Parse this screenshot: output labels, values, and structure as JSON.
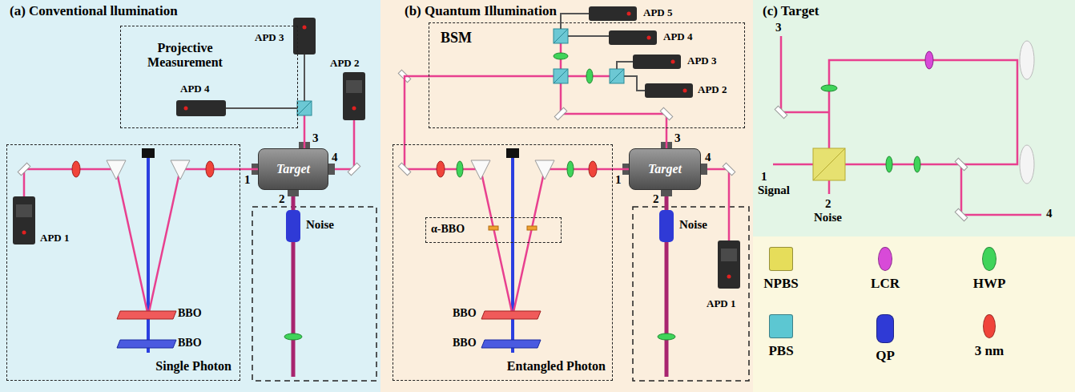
{
  "diagram": {
    "nodes": [
      {
        "text": [
          "(a) Conventional llumination"
        ]
      },
      {
        "text": [
          "Projective Measurement"
        ],
        "in": 0
      },
      {
        "text": [
          "Target"
        ],
        "in": 0
      },
      {
        "text": [
          "Single Photon"
        ],
        "in": 0
      },
      {
        "text": [
          "(b) Quantum Illumination"
        ]
      },
      {
        "text": [
          "BSM"
        ],
        "in": 4
      },
      {
        "text": [
          "Target"
        ],
        "in": 4
      },
      {
        "text": [
          "Entangled Photon"
        ],
        "in": 4
      },
      {
        "text": [
          "α-BBO"
        ],
        "in": 7
      },
      {
        "text": [
          "(c) Target"
        ]
      }
    ],
    "edges": [
      {
        "from": 3,
        "to": 2,
        "arrow": "none"
      },
      {
        "from": 2,
        "to": 1,
        "arrow": "none"
      },
      {
        "from": 7,
        "to": 6,
        "arrow": "none"
      },
      {
        "from": 6,
        "to": 5,
        "arrow": "none"
      },
      {
        "from": 7,
        "to": 5,
        "arrow": "none"
      }
    ],
    "labels": [
      "APD 3",
      "APD 4",
      "APD 2",
      "3",
      "4",
      "1",
      "2",
      "Noise",
      "APD 1",
      "BBO",
      "BBO",
      "APD 5",
      "APD 4",
      "APD 3",
      "APD 2",
      "3",
      "4",
      "1",
      "2",
      "Noise",
      "APD 1",
      "BBO",
      "BBO",
      "3",
      "1",
      "Signal",
      "2",
      "Noise",
      "4"
    ],
    "legend": [
      {
        "text": "NPBS",
        "color": "#e6dd5a"
      },
      {
        "text": "LCR",
        "color": "#d84ad8"
      },
      {
        "text": "HWP",
        "color": "#3fd45a"
      },
      {
        "text": "PBS",
        "color": "#5cc7d2"
      },
      {
        "text": "QP",
        "color": "#2f3ad6"
      },
      {
        "text": "3 nm",
        "color": "#f0443a"
      }
    ]
  }
}
